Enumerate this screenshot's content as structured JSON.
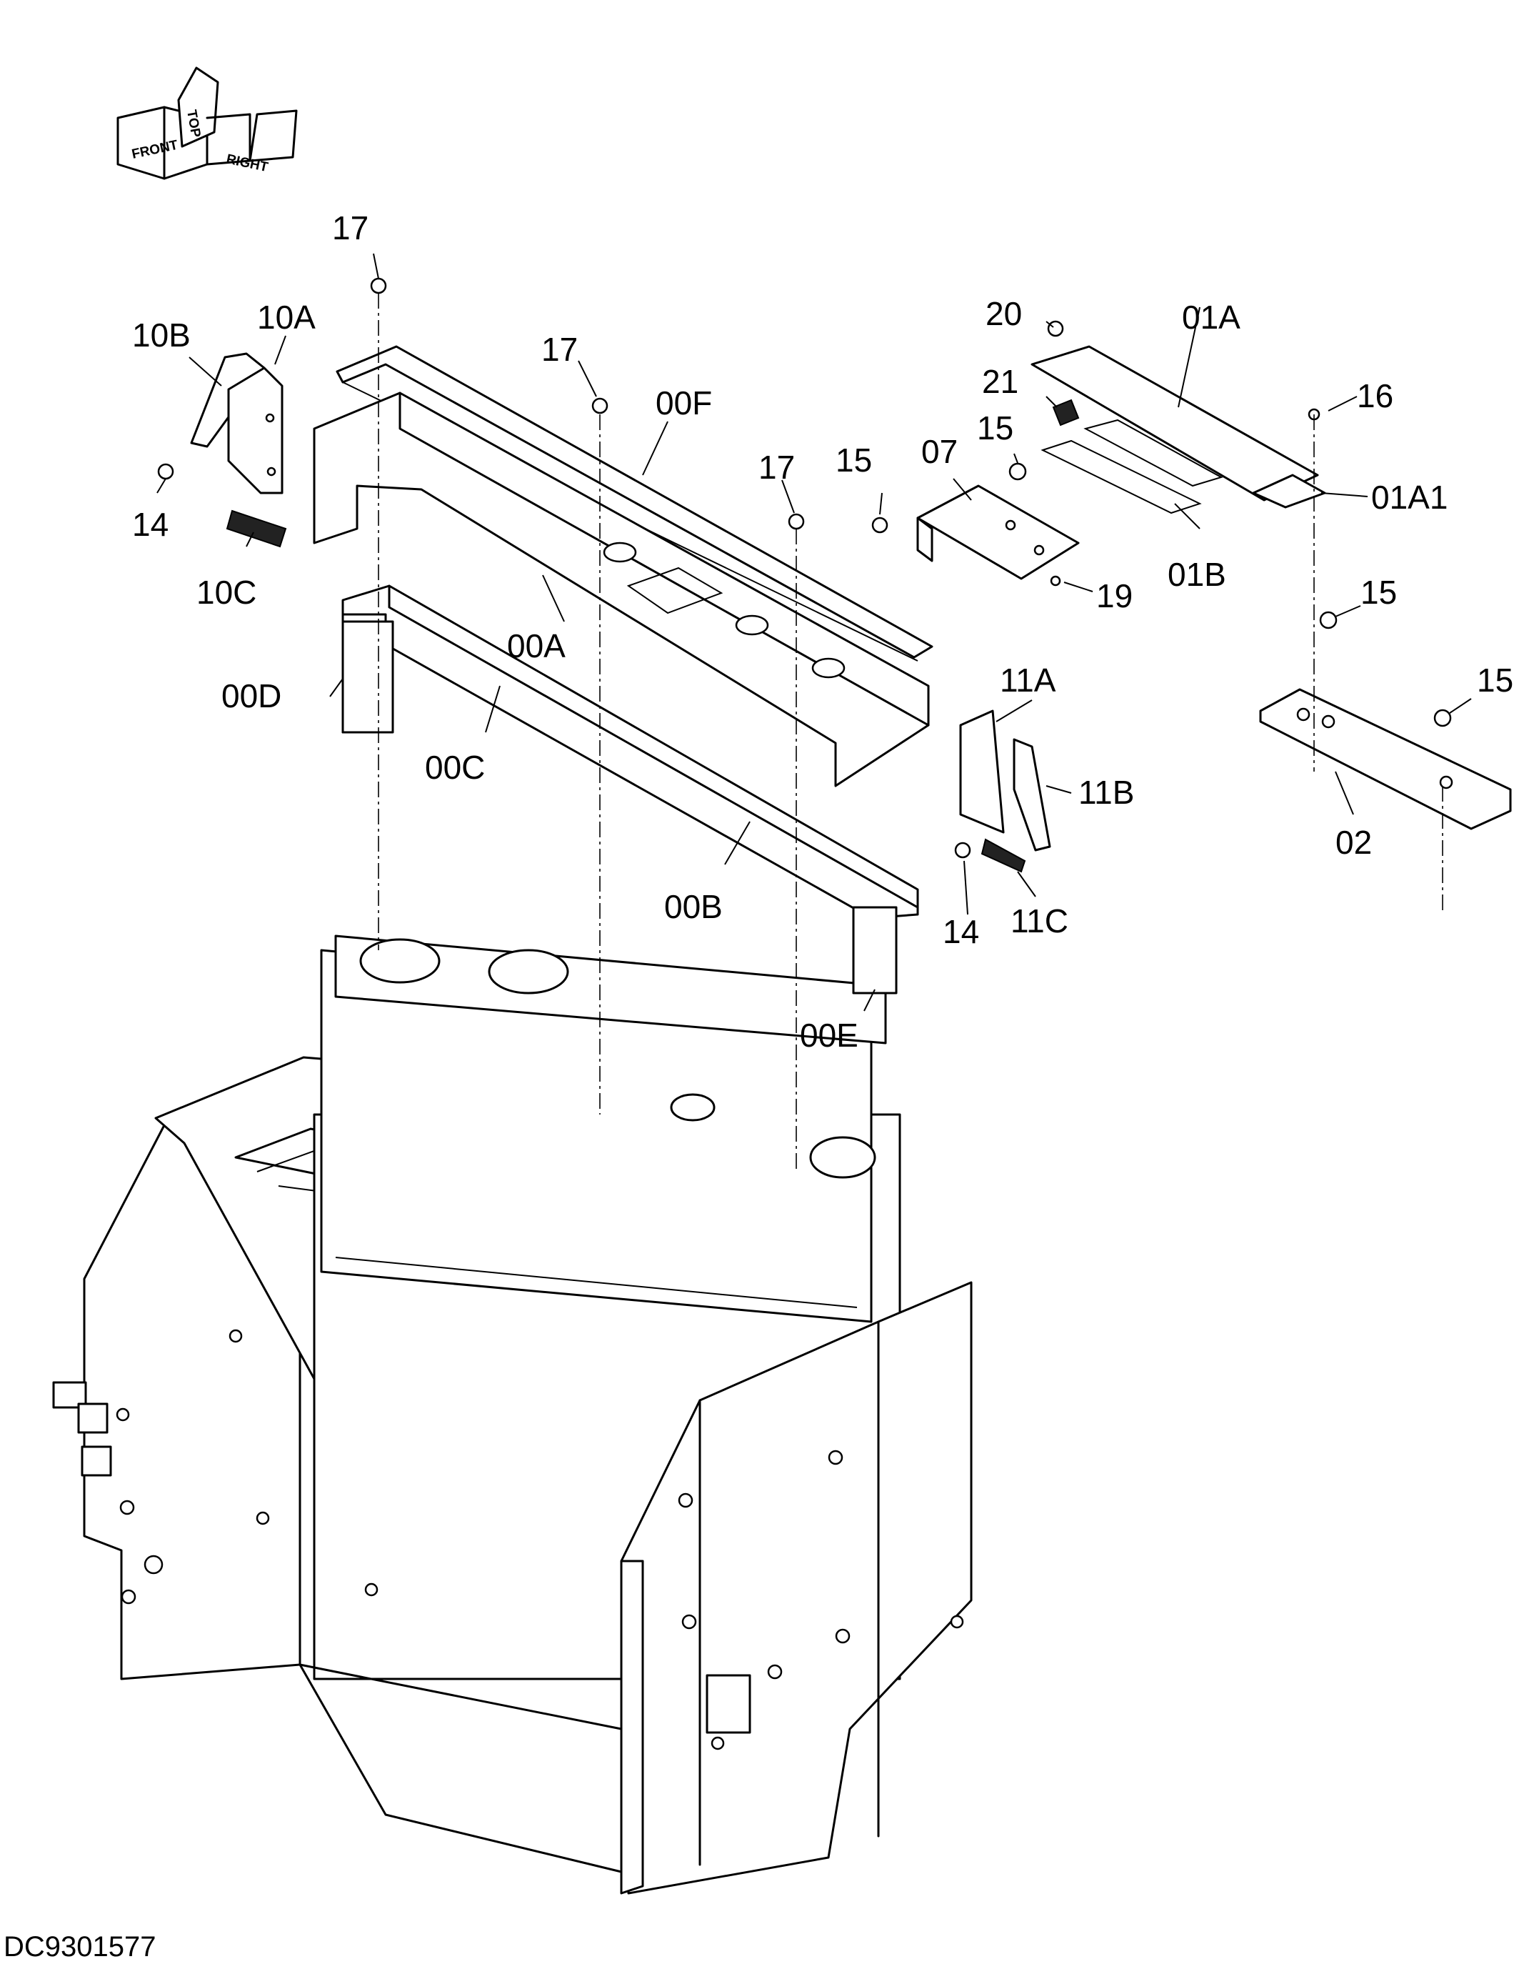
{
  "orientation": {
    "labels": [
      "FRONT",
      "TOP",
      "RIGHT"
    ]
  },
  "callouts": [
    "17",
    "10A",
    "10B",
    "14",
    "10C",
    "00F",
    "00A",
    "00D",
    "00C",
    "00B",
    "00E",
    "15",
    "07",
    "20",
    "21",
    "01A",
    "16",
    "01A1",
    "01B",
    "19",
    "11A",
    "11B",
    "11C",
    "02"
  ],
  "drawing_code": "DC9301577"
}
